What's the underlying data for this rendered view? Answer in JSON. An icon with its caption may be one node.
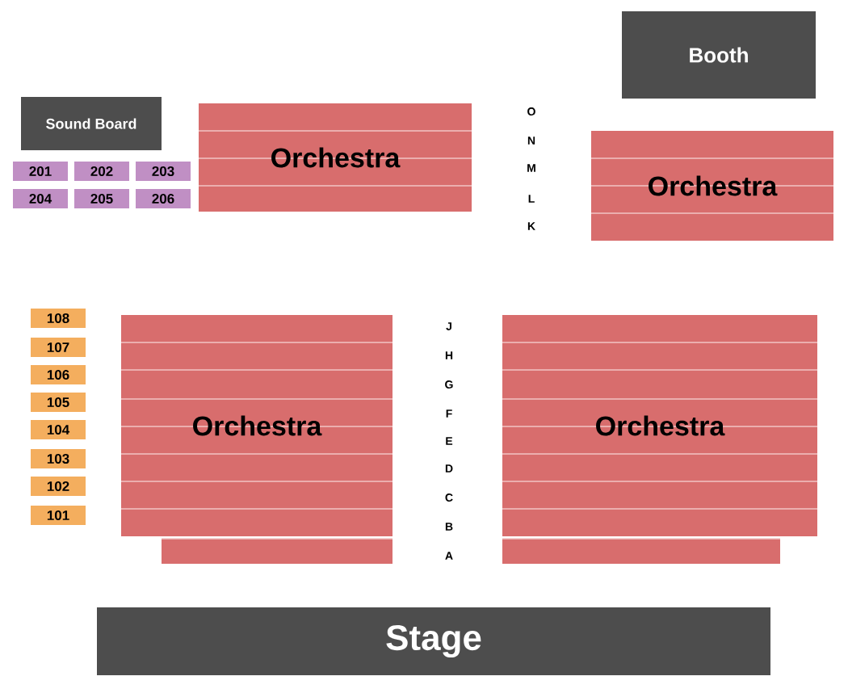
{
  "diagram": {
    "nodes": [
      {
        "text": [
          "Booth"
        ]
      },
      {
        "text": [
          "Sound Board"
        ]
      },
      {
        "text": [
          "Orchestra"
        ]
      },
      {
        "text": [
          "Orchestra"
        ]
      },
      {
        "text": [
          "201"
        ]
      },
      {
        "text": [
          "202"
        ]
      },
      {
        "text": [
          "203"
        ]
      },
      {
        "text": [
          "204"
        ]
      },
      {
        "text": [
          "205"
        ]
      },
      {
        "text": [
          "206"
        ]
      },
      {
        "text": [
          "108"
        ]
      },
      {
        "text": [
          "107"
        ]
      },
      {
        "text": [
          "106"
        ]
      },
      {
        "text": [
          "105"
        ]
      },
      {
        "text": [
          "104"
        ]
      },
      {
        "text": [
          "103"
        ]
      },
      {
        "text": [
          "102"
        ]
      },
      {
        "text": [
          "101"
        ]
      },
      {
        "text": [
          "Orchestra"
        ]
      },
      {
        "text": [
          "Orchestra"
        ]
      },
      {
        "text": [
          "Stage"
        ]
      }
    ],
    "labels": [
      "O",
      "N",
      "M",
      "L",
      "K",
      "J",
      "H",
      "G",
      "F",
      "E",
      "D",
      "C",
      "B",
      "A"
    ]
  }
}
